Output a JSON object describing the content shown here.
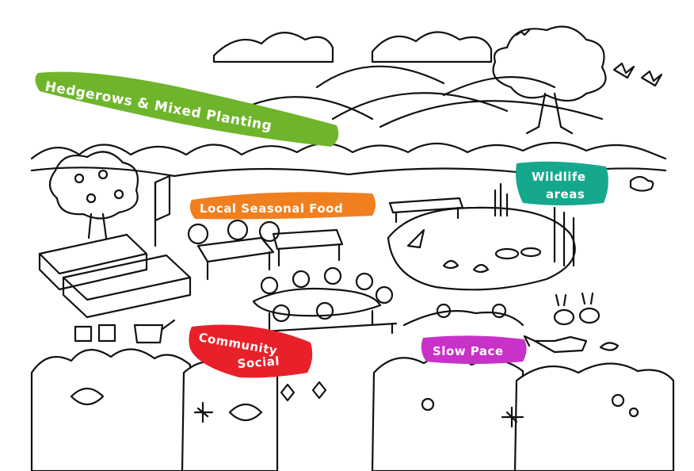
{
  "labels": {
    "hedgerows": "Hedgerows & Mixed Planting",
    "food": "Local Seasonal Food",
    "wildlife_line1": "Wildlife",
    "wildlife_line2": "areas",
    "community_line1": "Community",
    "community_line2": "Social",
    "slow_pace": "Slow Pace"
  },
  "colors": {
    "hedgerows": "#6fb52c",
    "food": "#f07f1f",
    "wildlife": "#16a88c",
    "community": "#e8202a",
    "slow_pace": "#c832c8",
    "ink": "#111111"
  }
}
